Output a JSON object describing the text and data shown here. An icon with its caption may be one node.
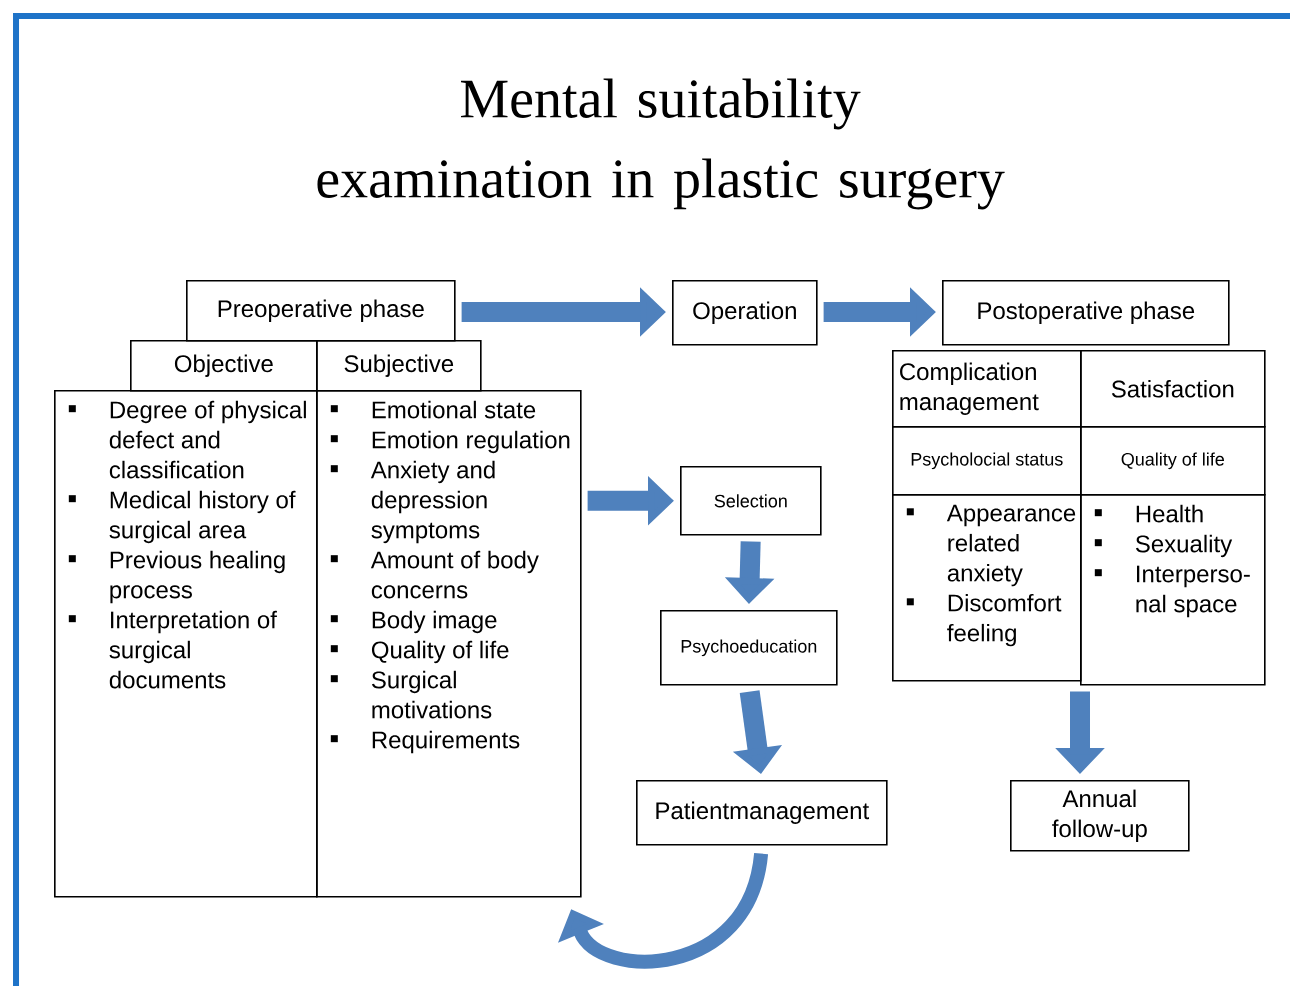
{
  "diagram": {
    "title": "Mental suitability examination in plastic surgery",
    "nodes": [
      {
        "text": [
          "Preoperative phase"
        ]
      },
      {
        "text": [
          "Objective"
        ]
      },
      {
        "text": [
          "Subjective"
        ]
      },
      {
        "text": [
          "Degree of physical defect and classification",
          "Medical history of surgical area",
          "Previous healing process",
          "Interpretation of surgical documents"
        ]
      },
      {
        "text": [
          "Emotional state",
          "Emotion regulation",
          "Anxiety and depression symptoms",
          "Amount of body concerns",
          "Body image",
          "Quality of life",
          "Surgical motivations",
          "Requirements"
        ]
      },
      {
        "text": [
          "Operation"
        ]
      },
      {
        "text": [
          "Postoperative phase"
        ]
      },
      {
        "text": [
          "Complication management"
        ]
      },
      {
        "text": [
          "Satisfaction"
        ]
      },
      {
        "text": [
          "Psycholocial status"
        ]
      },
      {
        "text": [
          "Quality of life"
        ]
      },
      {
        "text": [
          "Appearance related anxiety",
          "Discomfort feeling"
        ]
      },
      {
        "text": [
          "Health",
          "Sexuality",
          "Interperso- nal space"
        ]
      },
      {
        "text": [
          "Selection"
        ]
      },
      {
        "text": [
          "Psychoeducation"
        ]
      },
      {
        "text": [
          "Patientmanagement"
        ]
      },
      {
        "text": [
          "Annual follow-up"
        ]
      }
    ],
    "edges": [
      {
        "from": 0,
        "to": 5,
        "arrow": "to"
      },
      {
        "from": 5,
        "to": 6,
        "arrow": "to"
      },
      {
        "from": 4,
        "to": 13,
        "arrow": "to"
      },
      {
        "from": 13,
        "to": 14,
        "arrow": "to"
      },
      {
        "from": 14,
        "to": 15,
        "arrow": "to"
      },
      {
        "from": 11,
        "to": 16,
        "arrow": "to"
      },
      {
        "from": 12,
        "to": 16,
        "arrow": "to"
      },
      {
        "from": 15,
        "to": 4,
        "arrow": "to"
      }
    ]
  }
}
